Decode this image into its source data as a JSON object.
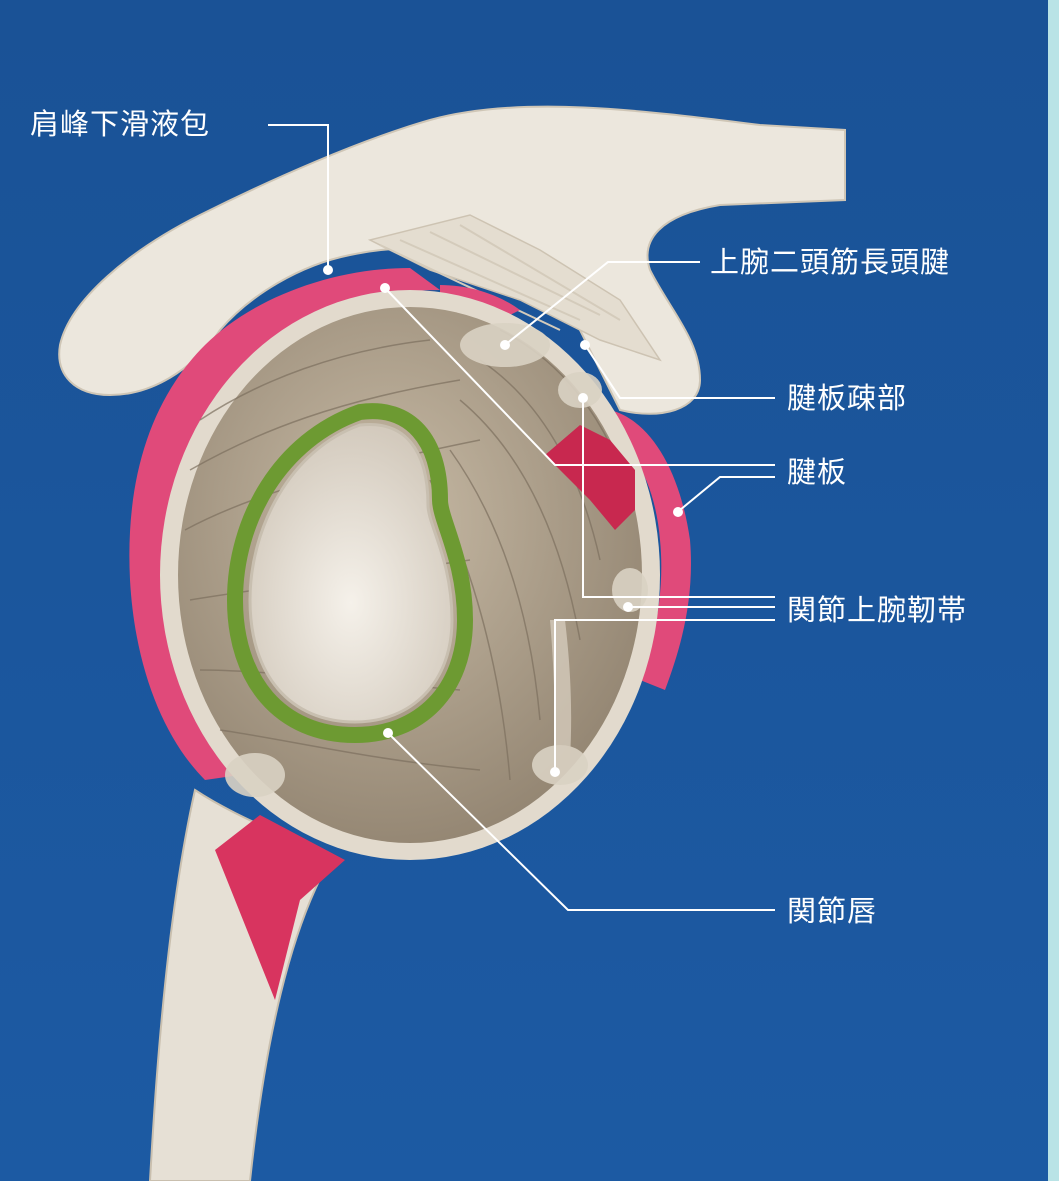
{
  "diagram": {
    "labels": {
      "subacromial_bursa": "肩峰下滑液包",
      "biceps_long_head_tendon": "上腕二頭筋長頭腱",
      "rotator_interval": "腱板疎部",
      "rotator_cuff": "腱板",
      "glenohumeral_ligament": "関節上腕靭帯",
      "labrum": "関節唇"
    },
    "colors": {
      "background": "#1c5aa3",
      "background_dark": "#14487f",
      "bone": "#ece7dd",
      "bone_shadow": "#cfc6b6",
      "cuff_pink": "#e04a7a",
      "cuff_red": "#c8284f",
      "fossa_fill": "#a89a86",
      "muscle_line": "#7d705f",
      "glenoid_fill": "#e8e1d6",
      "labrum_green": "#6d9a32",
      "leader_line": "#ffffff",
      "panel_edge": "#9fd6dc"
    }
  }
}
